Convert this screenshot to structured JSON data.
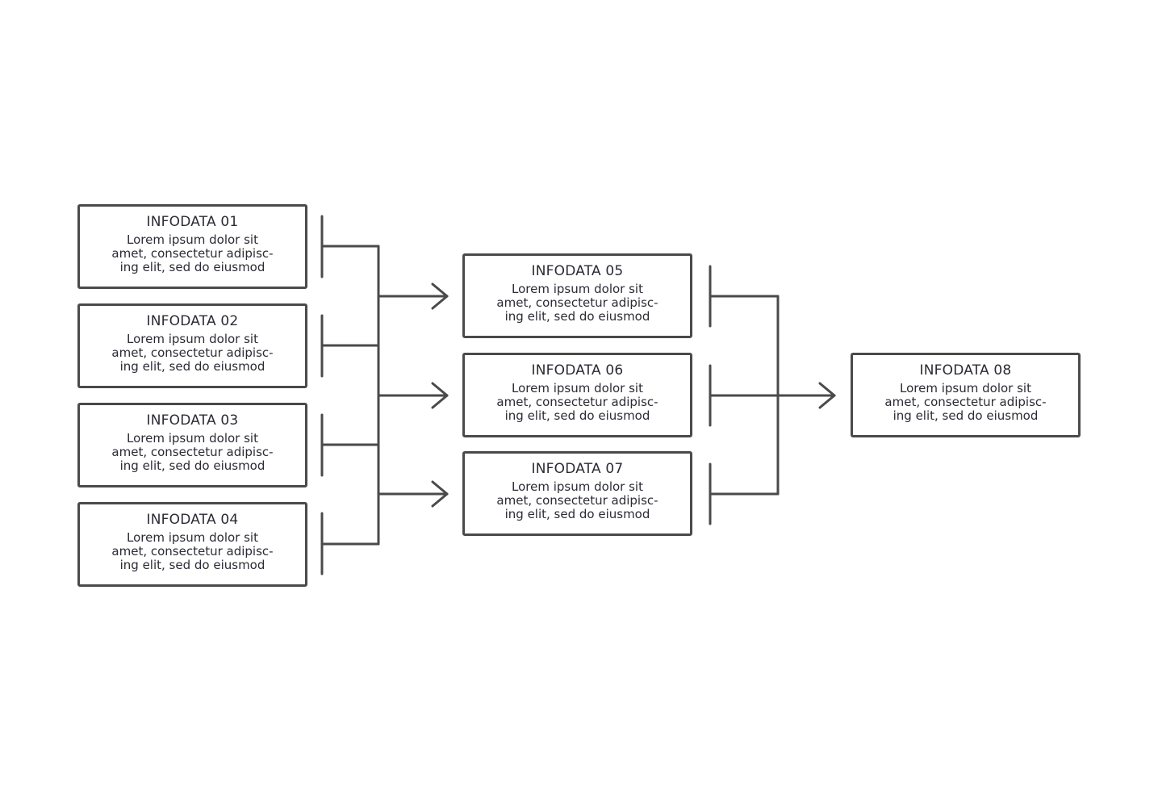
{
  "boxes": [
    {
      "title": "INFODATA 01",
      "lines": [
        "Lorem ipsum dolor sit",
        "amet, consectetur adipisc-",
        "ing elit, sed do eiusmod"
      ]
    },
    {
      "title": "INFODATA 02",
      "lines": [
        "Lorem ipsum dolor sit",
        "amet, consectetur adipisc-",
        "ing elit, sed do eiusmod"
      ]
    },
    {
      "title": "INFODATA 03",
      "lines": [
        "Lorem ipsum dolor sit",
        "amet, consectetur adipisc-",
        "ing elit, sed do eiusmod"
      ]
    },
    {
      "title": "INFODATA 04",
      "lines": [
        "Lorem ipsum dolor sit",
        "amet, consectetur adipisc-",
        "ing elit, sed do eiusmod"
      ]
    },
    {
      "title": "INFODATA 05",
      "lines": [
        "Lorem ipsum dolor sit",
        "amet, consectetur adipisc-",
        "ing elit, sed do eiusmod"
      ]
    },
    {
      "title": "INFODATA 06",
      "lines": [
        "Lorem ipsum dolor sit",
        "amet, consectetur adipisc-",
        "ing elit, sed do eiusmod"
      ]
    },
    {
      "title": "INFODATA 07",
      "lines": [
        "Lorem ipsum dolor sit",
        "amet, consectetur adipisc-",
        "ing elit, sed do eiusmod"
      ]
    },
    {
      "title": "INFODATA 08",
      "lines": [
        "Lorem ipsum dolor sit",
        "amet, consectetur adipisc-",
        "ing elit, sed do eiusmod"
      ]
    }
  ],
  "connections": [
    {
      "from": [
        "INFODATA 01",
        "INFODATA 02",
        "INFODATA 03",
        "INFODATA 04"
      ],
      "to": [
        "INFODATA 05",
        "INFODATA 06",
        "INFODATA 07"
      ]
    },
    {
      "from": [
        "INFODATA 05",
        "INFODATA 06",
        "INFODATA 07"
      ],
      "to": [
        "INFODATA 08"
      ]
    }
  ],
  "colors": {
    "stroke": "#4a4a4a",
    "text": "#2b2b35",
    "background": "#ffffff"
  }
}
